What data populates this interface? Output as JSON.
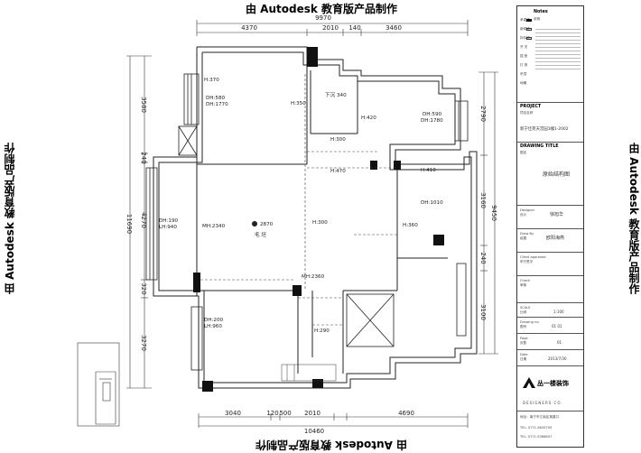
{
  "watermark": "由 Autodesk 教育版产品制作",
  "plan": {
    "dims_top_overall": "9970",
    "dims_top": [
      "4370",
      "2010",
      "140",
      "3460"
    ],
    "dims_bottom": [
      "3040",
      "120",
      "2010",
      "500",
      "4690"
    ],
    "dims_bottom_overall": "10460",
    "dims_left": [
      "3580",
      "240",
      "4270",
      "320",
      "3270"
    ],
    "dims_left_overall": "11690",
    "dims_right": [
      "2790",
      "3160",
      "240",
      "3100"
    ],
    "dims_right_overall": "9450",
    "labels": {
      "h370": "H:370",
      "dh580": "DH:580",
      "dh1770": "DH:1770",
      "h350": "H:350",
      "xiachen": "下沉 340",
      "h420": "H:420",
      "dh590": "DH:590",
      "dh1780": "DH:1780",
      "h300a": "H:300",
      "h470": "H:470",
      "h410": "H:410",
      "dh1010": "DH:1010",
      "dh190": "DH:190",
      "lh940": "LH:940",
      "mh2340": "MH:2340",
      "h300b": "H:300",
      "h360": "H:360",
      "ceiling_h": "2870",
      "maopei": "毛 坯",
      "mh2360": "MH:2360",
      "dh200": "DH:200",
      "lh960": "LH:960",
      "h290": "H:290"
    }
  },
  "title_block": {
    "notes_title": "Notes",
    "notes_sub": "说明",
    "legend": [
      {
        "name": "承重墙"
      },
      {
        "name": "新砌墙"
      },
      {
        "name": "拆除墙"
      },
      {
        "name": "开 关"
      },
      {
        "name": "插 座"
      },
      {
        "name": "灯 具"
      },
      {
        "name": "吊顶"
      },
      {
        "name": "地暖"
      }
    ],
    "project_head": "PROJECT",
    "project_sub": "项目名称",
    "project_name": "新宁佳苑天宫园1幢1-2002",
    "drawing_title_head": "DRAWING TITLE",
    "drawing_title_sub": "图名",
    "drawing_title": "原始结构图",
    "designer_head": "Designer",
    "designer_sub": "设计",
    "designer": "徐旭华",
    "drawn_head": "Draw By",
    "drawn_sub": "绘图",
    "drawn": "欧阳海燕",
    "approved_head": "Client approved",
    "approved_sub": "甲方签字",
    "check_head": "Check",
    "check_sub": "审核",
    "scale_head": "SCALE",
    "scale_sub": "比例",
    "scale": "1:100",
    "drawing_no_head": "Drawing no.",
    "drawing_no_sub": "图号",
    "drawing_no": "01  01",
    "page_head": "Page",
    "page_sub": "页数",
    "page": "01",
    "date_head": "Date",
    "date_sub": "日期",
    "date": "2013/7/30",
    "company": "丛一楼装饰",
    "company_en": "DESIGNERS CO.",
    "address": "地址：南宁市江南区某路口",
    "tel1": "TEL: 0771-5620705",
    "tel2": "TEL: 0771-5366807"
  }
}
